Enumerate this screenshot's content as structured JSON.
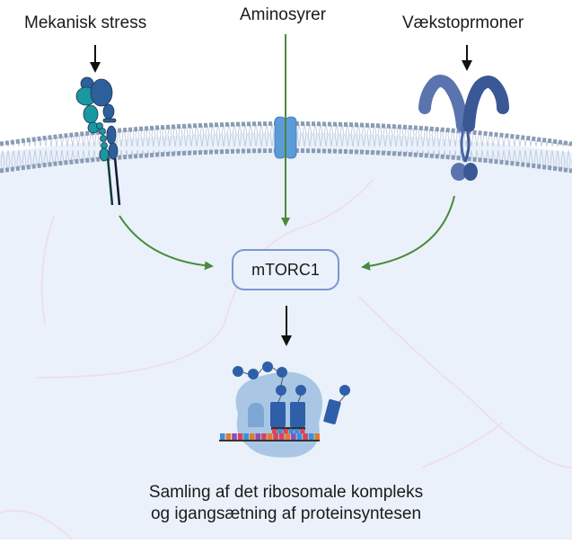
{
  "diagram": {
    "inputs": [
      {
        "id": "mechanical",
        "label": "Mekanisk stress",
        "receptor": "integrin-receptor"
      },
      {
        "id": "amino",
        "label": "Aminosyrer",
        "receptor": "amino-acid-transporter"
      },
      {
        "id": "growth",
        "label": "Vækstoprmoner",
        "receptor": "growth-factor-receptor"
      }
    ],
    "hub": {
      "label": "mTORC1"
    },
    "outcome": {
      "line1": "Samling af det ribosomale kompleks",
      "line2": "og igangsætning af proteinsyntesen"
    },
    "colors": {
      "cytoplasm": "#eaf1fa",
      "membrane_head": "#8a9bb5",
      "activation_arrow": "#4a8a3c",
      "hub_border": "#7b97cf",
      "receptor_teal": "#1a97a0",
      "receptor_blue": "#2d5f9a",
      "transporter": "#5b9bd8",
      "growth_receptor": "#5a74b0",
      "ribosome": "#9ebfe0"
    },
    "mrna_codons": [
      "A",
      "U",
      "G",
      "C",
      "A",
      "U",
      "G",
      "C",
      "U",
      "C",
      "C",
      "U",
      "G",
      "A",
      "C",
      "A",
      "U"
    ]
  }
}
